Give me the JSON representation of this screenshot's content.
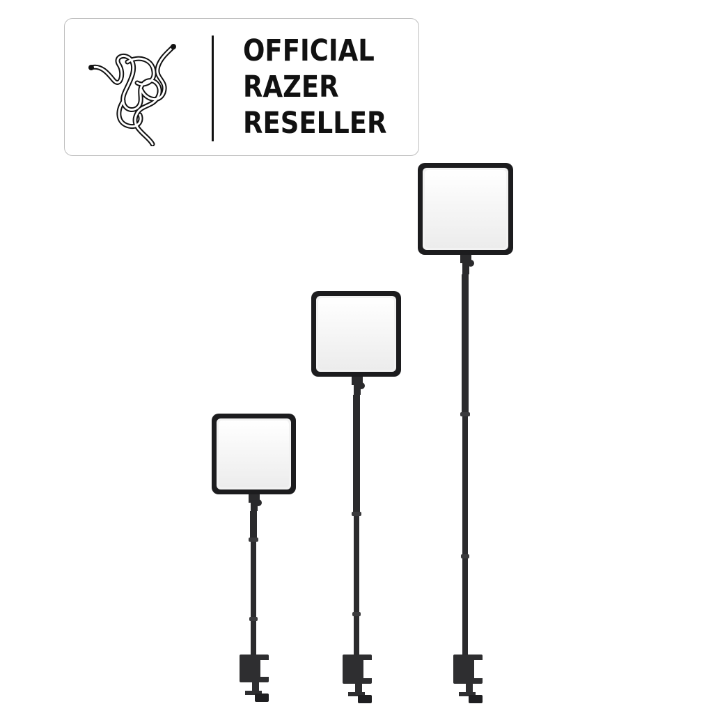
{
  "badge": {
    "line1": "OFFICIAL",
    "line2": "RAZER",
    "line3": "RESELLER",
    "logo_icon": "razer-triple-snake-icon",
    "border_color": "#bdbdbd",
    "text_color": "#111111"
  },
  "product": {
    "lights": [
      {
        "name": "short-stand"
      },
      {
        "name": "medium-stand"
      },
      {
        "name": "tall-stand"
      }
    ],
    "frame_color": "#1c1c1e",
    "panel_color": "#f4f4f4"
  }
}
